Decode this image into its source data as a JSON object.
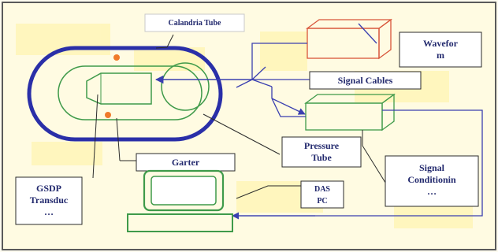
{
  "diagram": {
    "labels": {
      "calandria_tube": "Calandria Tube",
      "waveform": "Wavefor\nm",
      "signal_cables": "Signal Cables",
      "pressure_tube": "Pressure\nTube",
      "garter": "Garter",
      "signal_conditioning": "Signal\nConditionin\n…",
      "gsdp_transducer": "GSDP\nTransduc\n…",
      "das_pc": "DAS\nPC"
    },
    "colors": {
      "frame_border": "#5a5a5a",
      "calandria": "#2a2fa8",
      "tube_green": "#3f9a4a",
      "waveform_box": "#d8553a",
      "arrow_blue": "#3a3fb0",
      "spring_orange": "#f07a2a",
      "label_text": "#232a6e",
      "yellow_tint": "#fff6b0"
    }
  }
}
